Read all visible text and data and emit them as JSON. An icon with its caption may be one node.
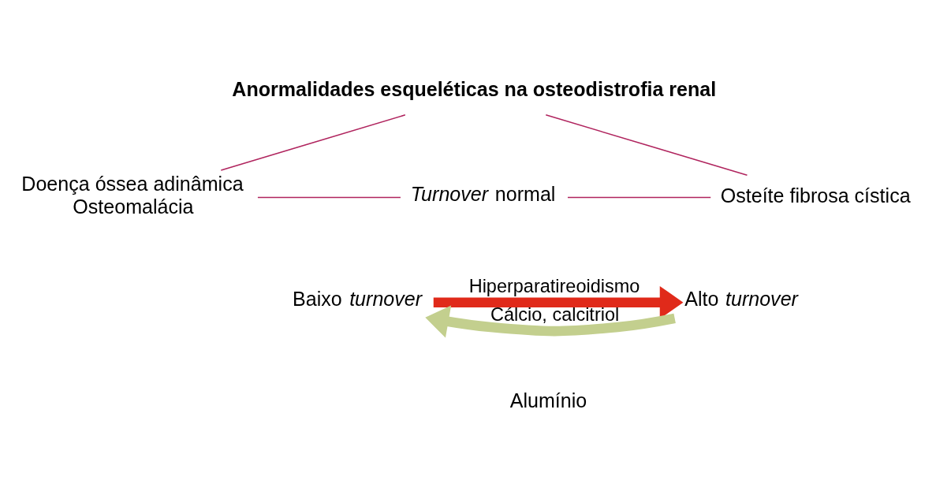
{
  "diagram": {
    "nodes": [
      {
        "text": [
          "Anormalidades esqueléticas na osteodistrofia renal"
        ]
      },
      {
        "text": [
          "Doença óssea adinâmica",
          "Osteomalácia"
        ]
      },
      {
        "text": [
          "*Turnover* normal"
        ]
      },
      {
        "text": [
          "Osteíte fibrosa cística"
        ]
      },
      {
        "text": [
          "Baixo *turnover*"
        ]
      },
      {
        "text": [
          "Alto *turnover*"
        ]
      }
    ],
    "edges": [
      {
        "from": 0,
        "to": 1,
        "arrow": "none"
      },
      {
        "from": 0,
        "to": 3,
        "arrow": "none"
      },
      {
        "from": 1,
        "to": 2,
        "arrow": "none"
      },
      {
        "from": 2,
        "to": 3,
        "arrow": "none"
      },
      {
        "from": 4,
        "to": 5,
        "arrow": "to",
        "label": "Hiperparatireoidismo",
        "style": "thick",
        "color": "#e02a1a"
      },
      {
        "from": 5,
        "to": 4,
        "arrow": "to",
        "label": "Cálcio, calcitriol",
        "style": "thick",
        "color": "#c3cf8e"
      }
    ],
    "labels": [
      "Alumínio"
    ]
  }
}
